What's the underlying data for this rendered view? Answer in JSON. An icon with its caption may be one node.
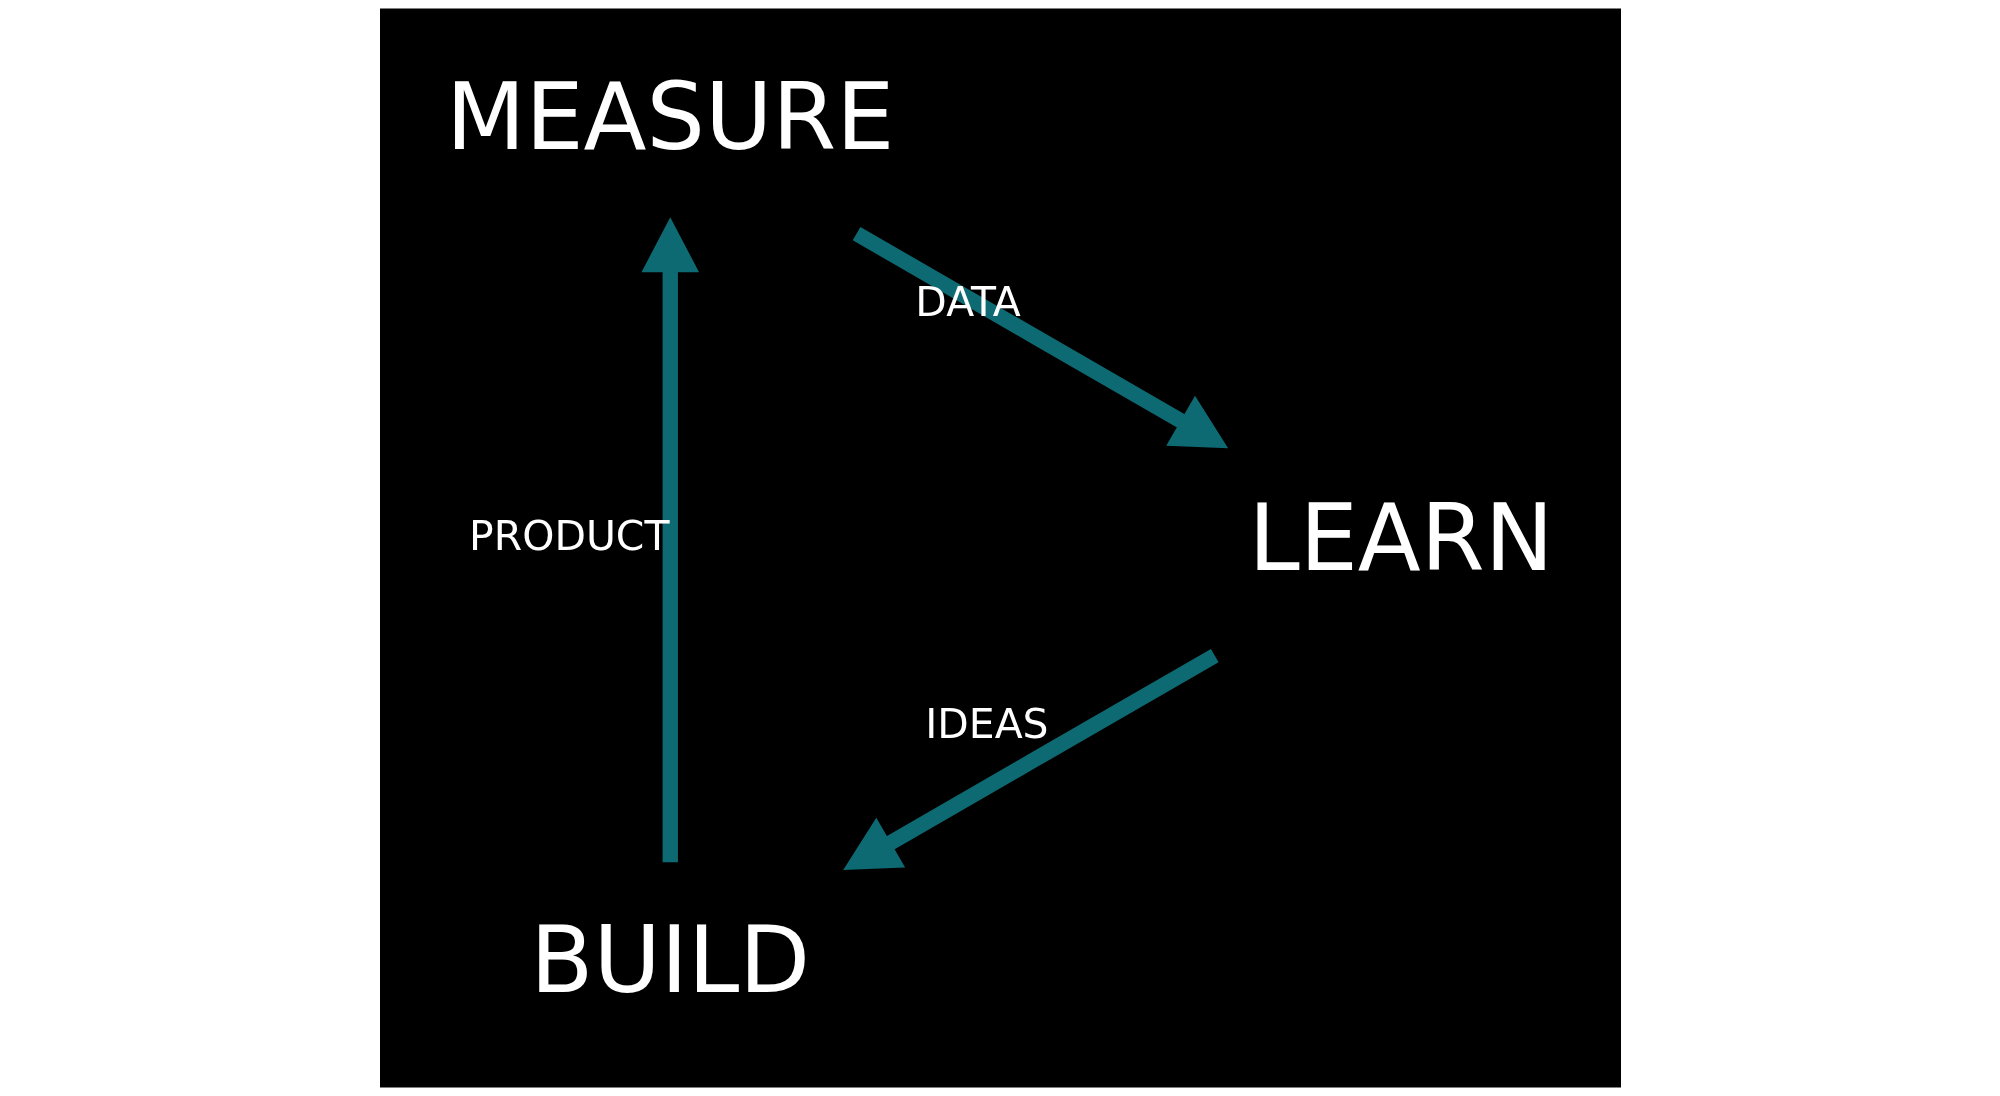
{
  "diagram": {
    "nodes": [
      {
        "text": [
          "BUILD"
        ]
      },
      {
        "text": [
          "MEASURE"
        ]
      },
      {
        "text": [
          "LEARN"
        ]
      }
    ],
    "edges": [
      {
        "from": 0,
        "to": 1,
        "arrow": "to",
        "label": "PRODUCT"
      },
      {
        "from": 1,
        "to": 2,
        "arrow": "to",
        "label": "DATA"
      },
      {
        "from": 2,
        "to": 0,
        "arrow": "to",
        "label": "IDEAS"
      }
    ]
  }
}
